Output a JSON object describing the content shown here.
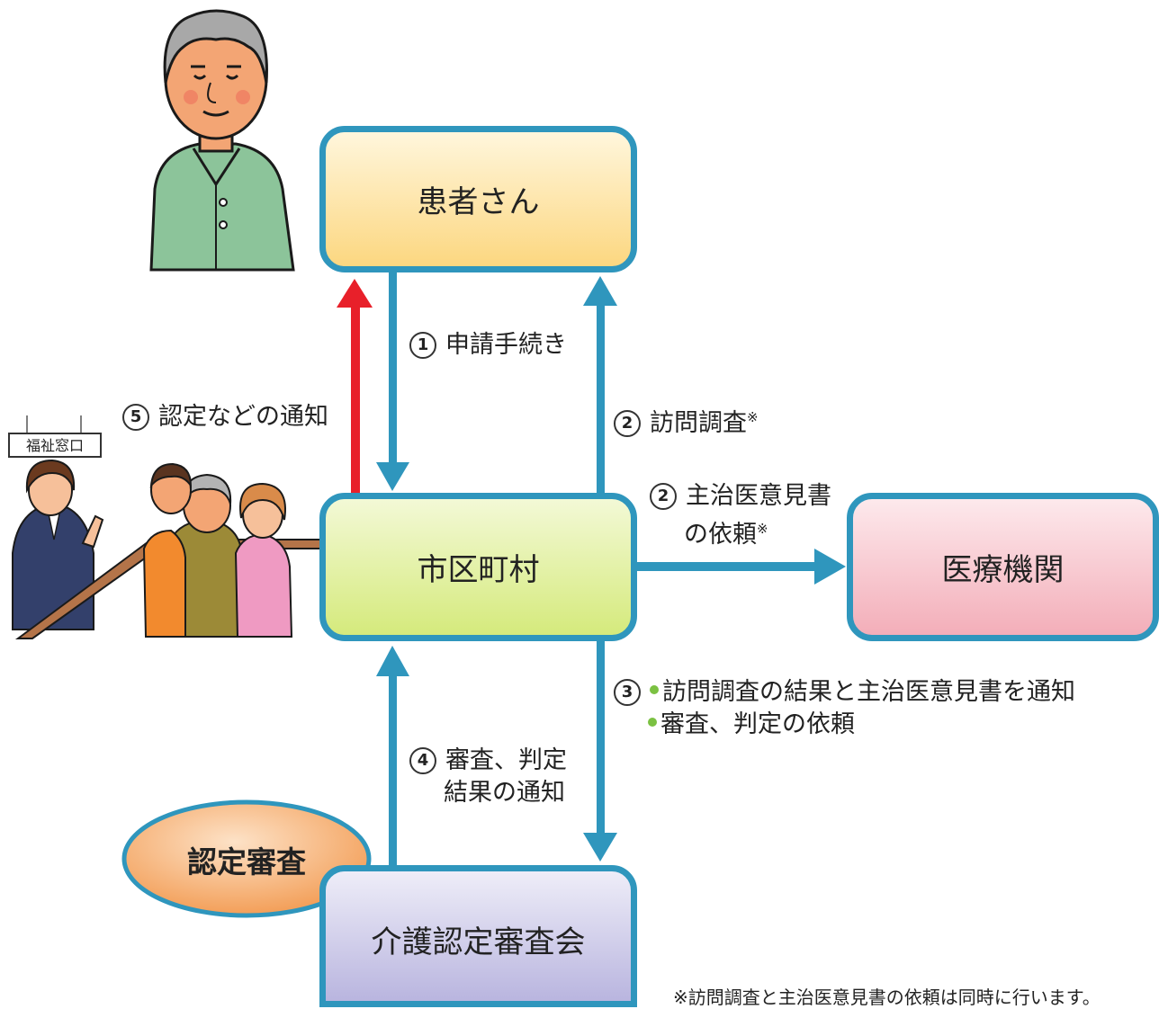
{
  "nodes": {
    "patient": "患者さん",
    "municipality": "市区町村",
    "medical": "医療機関",
    "committee": "介護認定審査会",
    "certification": "認定審査"
  },
  "steps": {
    "s1_num": "1",
    "s1": "申請手続き",
    "s2a_num": "2",
    "s2a": "訪問調査",
    "s2a_mark": "※",
    "s2b_num": "2",
    "s2b_line1": "主治医意見書",
    "s2b_line2": "の依頼",
    "s2b_mark": "※",
    "s3_num": "3",
    "s3_item1": "訪問調査の結果と主治医意見書を通知",
    "s3_item2": "審査、判定の依頼",
    "s4_num": "4",
    "s4_line1": "審査、判定",
    "s4_line2": "結果の通知",
    "s5_num": "5",
    "s5": "認定などの通知"
  },
  "illustration": {
    "window_sign": "福祉窓口"
  },
  "footnote": "※訪問調査と主治医意見書の依頼は同時に行います。",
  "colors": {
    "box_border": "#2f96bd",
    "arrow_blue": "#2f96bd",
    "arrow_red": "#e8202a",
    "patient_fill": "#fde8a8",
    "municipality_fill": "#e2f0a6",
    "medical_fill": "#f8c8cf",
    "committee_fill": "#cfcdea",
    "ellipse_fill": "#f4a76a"
  }
}
